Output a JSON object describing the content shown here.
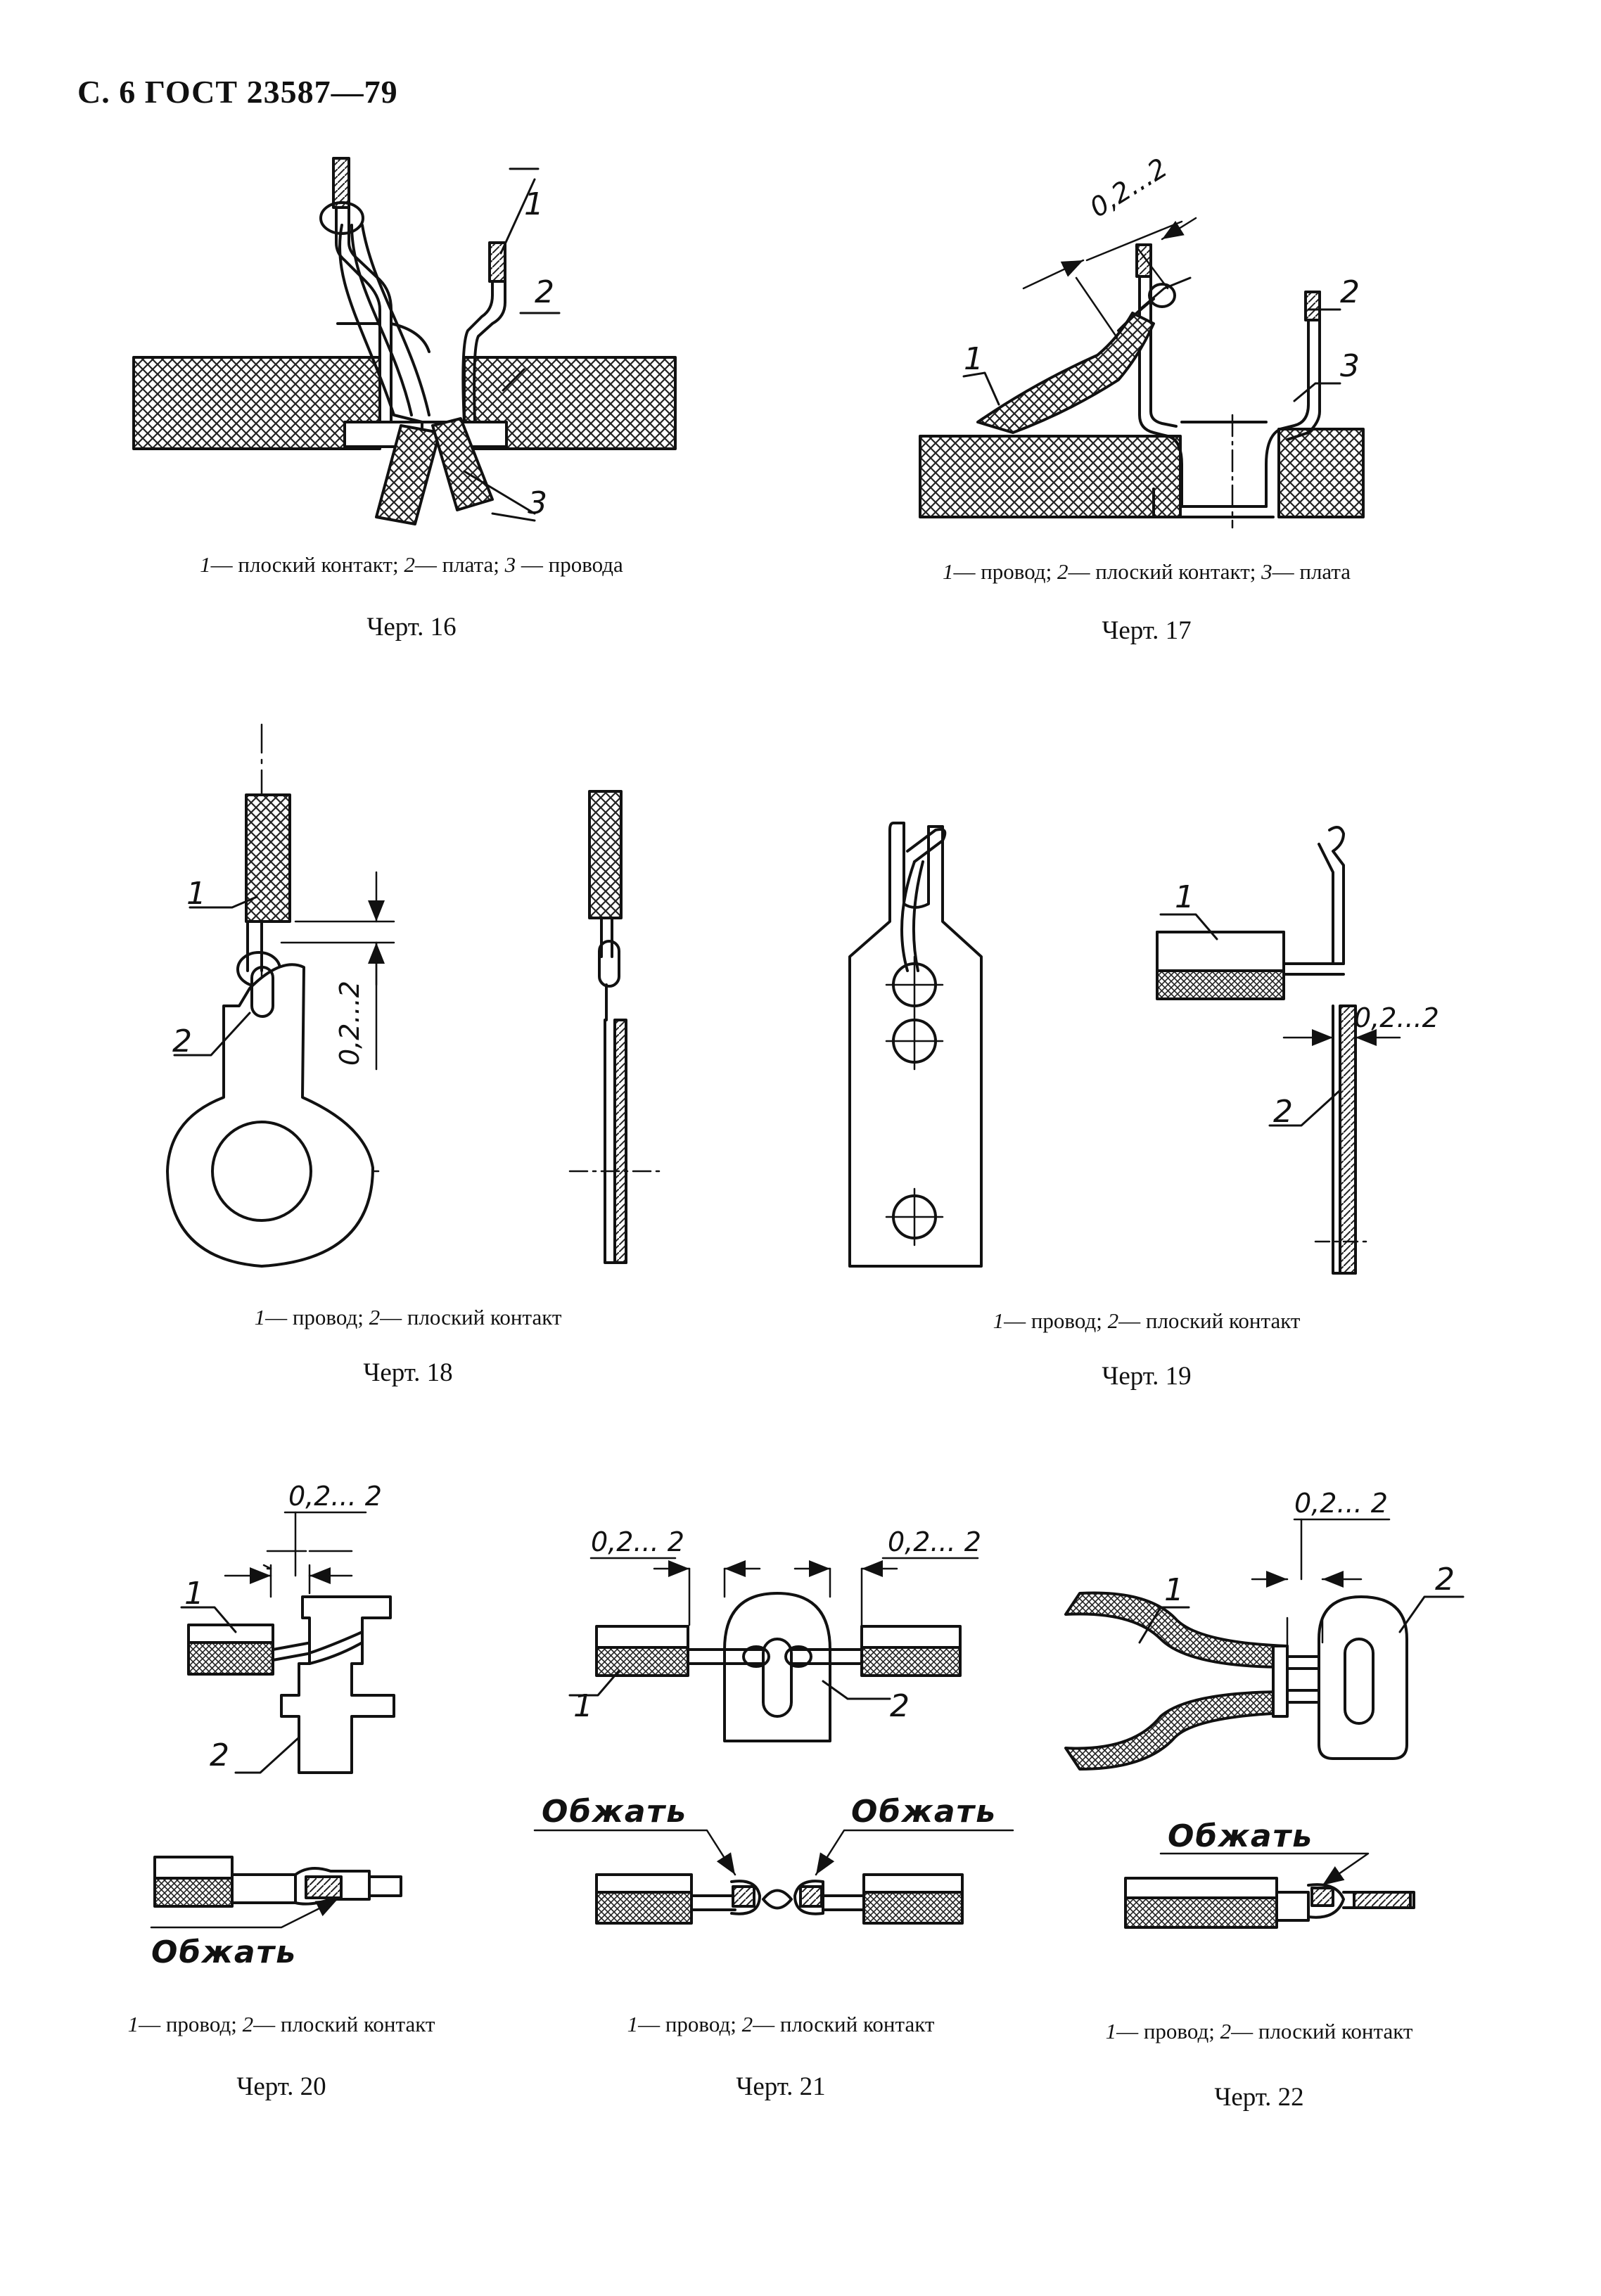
{
  "header": {
    "text": "С. 6 ГОСТ 23587—79"
  },
  "figures": [
    {
      "id": "16",
      "title": "Черт. 16",
      "legend": [
        {
          "n": "1",
          "text": "— плоский контакт; "
        },
        {
          "n": "2",
          "text": "— плата; "
        },
        {
          "n": "3",
          "text": " —  провода"
        }
      ],
      "labels": [
        "1",
        "2",
        "3"
      ]
    },
    {
      "id": "17",
      "title": "Черт. 17",
      "legend": [
        {
          "n": "1",
          "text": "— провод; "
        },
        {
          "n": "2",
          "text": "— плоский контакт; "
        },
        {
          "n": "3",
          "text": "— плата"
        }
      ],
      "labels": [
        "1",
        "2",
        "3"
      ],
      "dimension": "0,2...2"
    },
    {
      "id": "18",
      "title": "Черт. 18",
      "legend": [
        {
          "n": "1",
          "text": "— провод; "
        },
        {
          "n": "2",
          "text": "— плоский контакт"
        }
      ],
      "labels": [
        "1",
        "2"
      ],
      "dimension": "0,2...2"
    },
    {
      "id": "19",
      "title": "Черт. 19",
      "legend": [
        {
          "n": "1",
          "text": "— провод; "
        },
        {
          "n": "2",
          "text": "— плоский контакт"
        }
      ],
      "labels": [
        "1",
        "2"
      ],
      "dimension": "0,2...2"
    },
    {
      "id": "20",
      "title": "Черт. 20",
      "legend": [
        {
          "n": "1",
          "text": "— провод; "
        },
        {
          "n": "2",
          "text": "— плоский контакт"
        }
      ],
      "labels": [
        "1",
        "2"
      ],
      "dimension": "0,2... 2",
      "note": "Обжать"
    },
    {
      "id": "21",
      "title": "Черт. 21",
      "legend": [
        {
          "n": "1",
          "text": "— провод; "
        },
        {
          "n": "2",
          "text": "— плоский контакт"
        }
      ],
      "labels": [
        "1",
        "2"
      ],
      "dimension_left": "0,2... 2",
      "dimension_right": "0,2... 2",
      "note_left": "Обжать",
      "note_right": "Обжать"
    },
    {
      "id": "22",
      "title": "Черт. 22",
      "legend": [
        {
          "n": "1",
          "text": "— провод; "
        },
        {
          "n": "2",
          "text": "— плоский контакт"
        }
      ],
      "labels": [
        "1",
        "2"
      ],
      "dimension": "0,2... 2",
      "note": "Обжать"
    }
  ]
}
